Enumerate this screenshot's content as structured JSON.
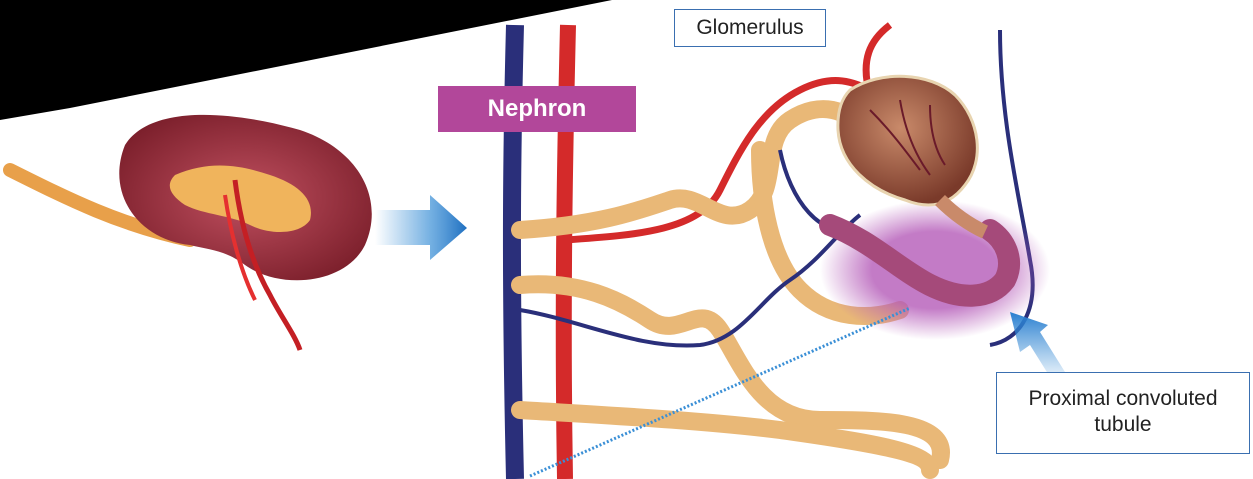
{
  "labels": {
    "nephron": "Nephron",
    "glomerulus": "Glomerulus",
    "proximal_line1": "Proximal convoluted",
    "proximal_line2": "tubule"
  },
  "colors": {
    "nephron_tag": "#b2479a",
    "label_border": "#3a6fb0",
    "artery": "#d42a2a",
    "vein": "#2a2f7a",
    "tubule": "#e9b877",
    "highlight": "#b45ab8",
    "arrow": "#3a8fd6"
  }
}
